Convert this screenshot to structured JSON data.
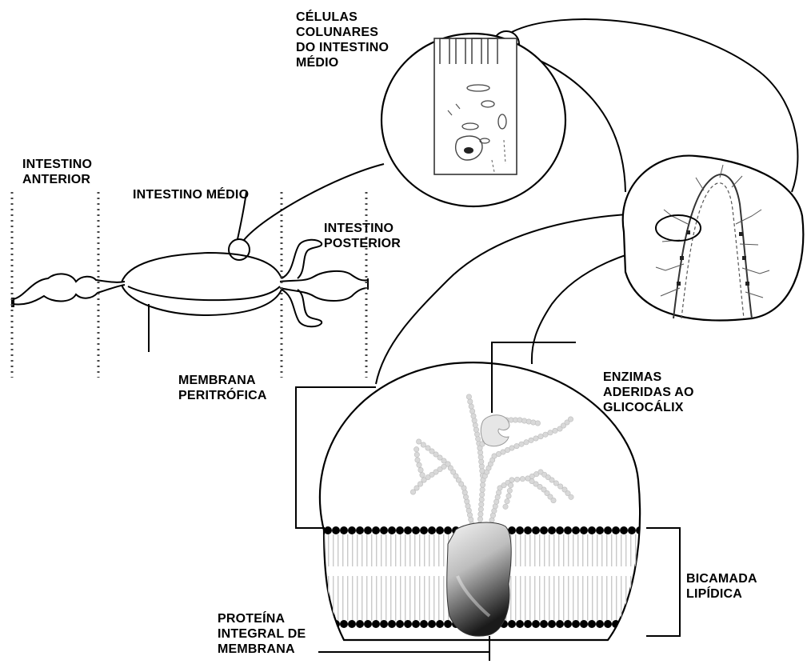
{
  "labels": {
    "celulas": "CÉLULAS\nCOLUNARES\nDO INTESTINO\nMÉDIO",
    "anterior": "INTESTINO\nANTERIOR",
    "medio": "INTESTINO MÉDIO",
    "posterior": "INTESTINO\nPOSTERIOR",
    "membrana_peritrofica": "MEMBRANA\nPERITRÓFICA",
    "enzimas": "ENZIMAS\nADERIDAS AO\nGLICOCÁLIX",
    "bicamada": "BICAMADA\nLIPÍDICA",
    "proteina": "PROTEÍNA\nINTEGRAL DE\nMEMBRANA"
  },
  "colors": {
    "line": "#000000",
    "bead": "#d4d4d4",
    "bilayer_stripe": "#cfcfcf",
    "protein_light": "#f2f2f2",
    "protein_dark": "#1e1e1e"
  }
}
